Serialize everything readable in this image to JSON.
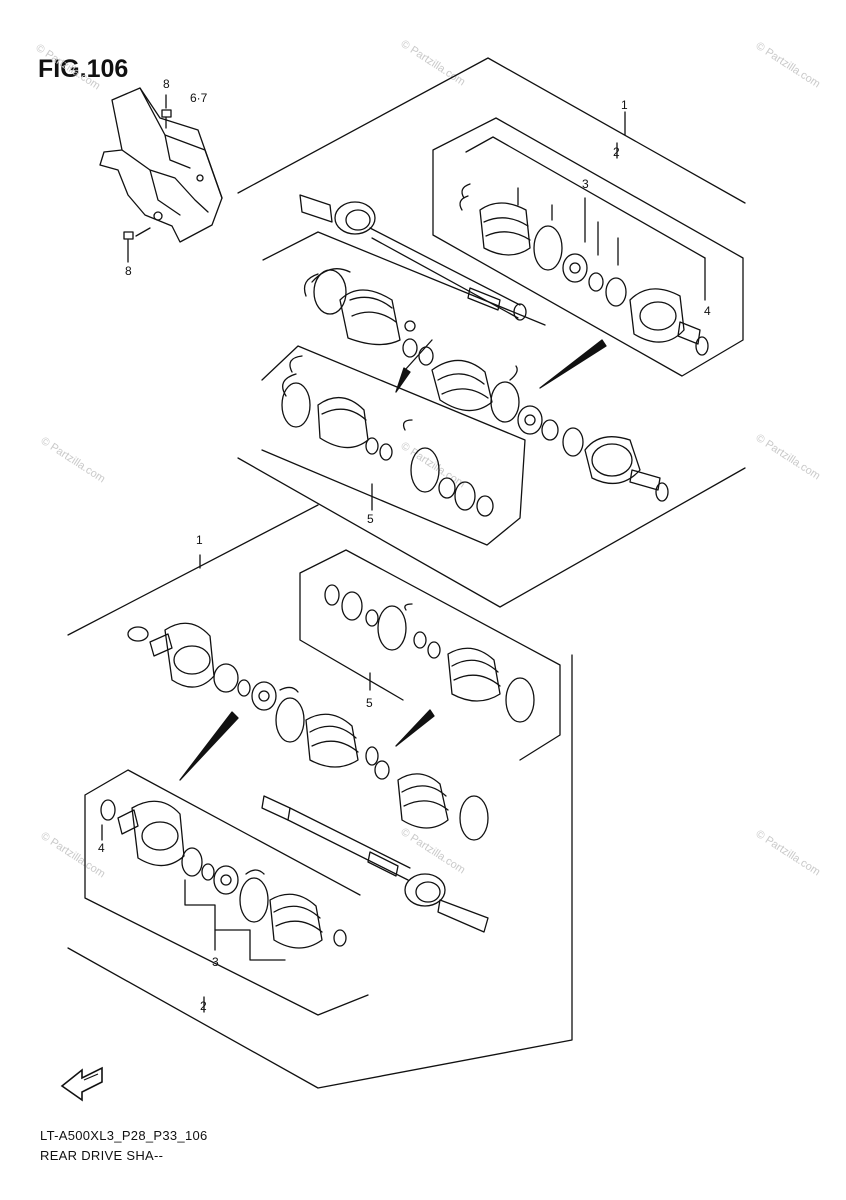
{
  "figure": {
    "title": "FIG.106",
    "code": "LT-A500XL3_P28_P33_106",
    "caption": "REAR DRIVE SHA‐‐"
  },
  "callouts": {
    "bracket_bolt_top": "8",
    "bracket_nut_ref": "6·7",
    "bracket_bolt_bottom": "8",
    "upper_assembly": "1",
    "upper_outer_joint": "2",
    "upper_bearing_set": "3",
    "upper_circlip": "4",
    "upper_boot_kit": "5",
    "lower_assembly": "1",
    "lower_outer_joint": "2",
    "lower_bearing_set": "3",
    "lower_circlip": "4",
    "lower_boot_kit": "5"
  },
  "watermarks": [
    "© Partzilla.com",
    "© Partzilla.com",
    "© Partzilla.com",
    "© Partzilla.com",
    "© Partzilla.com",
    "© Partzilla.com",
    "© Partzilla.com",
    "© Partzilla.com",
    "© Partzilla.com"
  ],
  "colors": {
    "line": "#111111",
    "watermark": "#c9c9c9",
    "background": "#ffffff"
  },
  "icons": {
    "front_arrow": "front-direction-arrow-icon"
  }
}
